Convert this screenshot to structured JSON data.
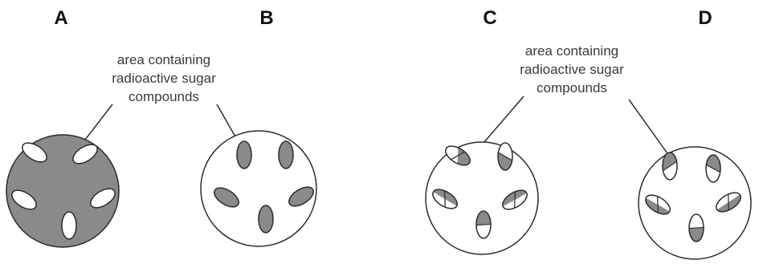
{
  "panels": [
    {
      "letter": "A",
      "variant": "shaded-stem"
    },
    {
      "letter": "B",
      "variant": "shaded-bundles"
    },
    {
      "letter": "C",
      "variant": "half-bundles-outer"
    },
    {
      "letter": "D",
      "variant": "half-bundles-inner"
    }
  ],
  "annotations": [
    {
      "lines": [
        "area containing",
        "radioactive sugar",
        "compounds"
      ]
    },
    {
      "lines": [
        "area containing",
        "radioactive sugar",
        "compounds"
      ]
    }
  ],
  "colors": {
    "shade": "#8a8a8a",
    "outline": "#2b2b2b",
    "background": "#ffffff"
  }
}
